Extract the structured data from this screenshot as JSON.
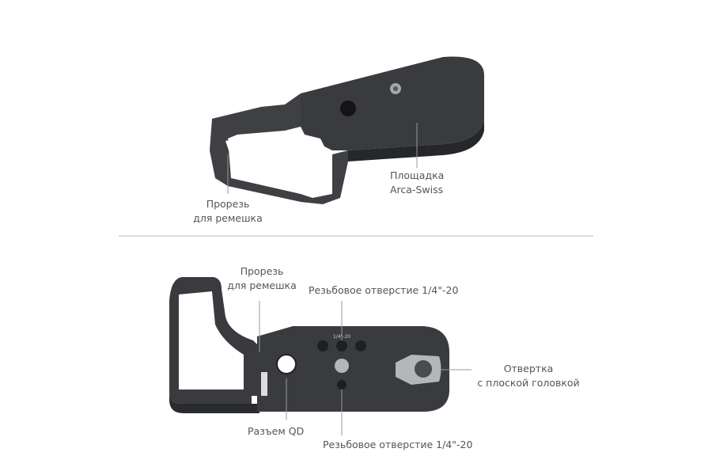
{
  "top_view": {
    "labels": {
      "strap_slot": [
        "Прорезь",
        "для ремешка"
      ],
      "arca_plate": [
        "Площадка",
        "Arca-Swiss"
      ]
    }
  },
  "bottom_view": {
    "labels": {
      "strap_slot": [
        "Прорезь",
        "для ремешка"
      ],
      "thread_top": "Резьбовое отверстие 1/4\"-20",
      "qd_socket": "Разъем QD",
      "thread_bottom": "Резьбовое отверстие 1/4\"-20",
      "screwdriver": [
        "Отвертка",
        "с плоской головкой"
      ],
      "engraving": "1/4\"-20"
    }
  },
  "colors": {
    "metal": "#3a3b3e",
    "metal_light": "#5b5c60",
    "label": "#555555",
    "leader": "#9a9a9a",
    "divider": "#bbbbbb"
  }
}
